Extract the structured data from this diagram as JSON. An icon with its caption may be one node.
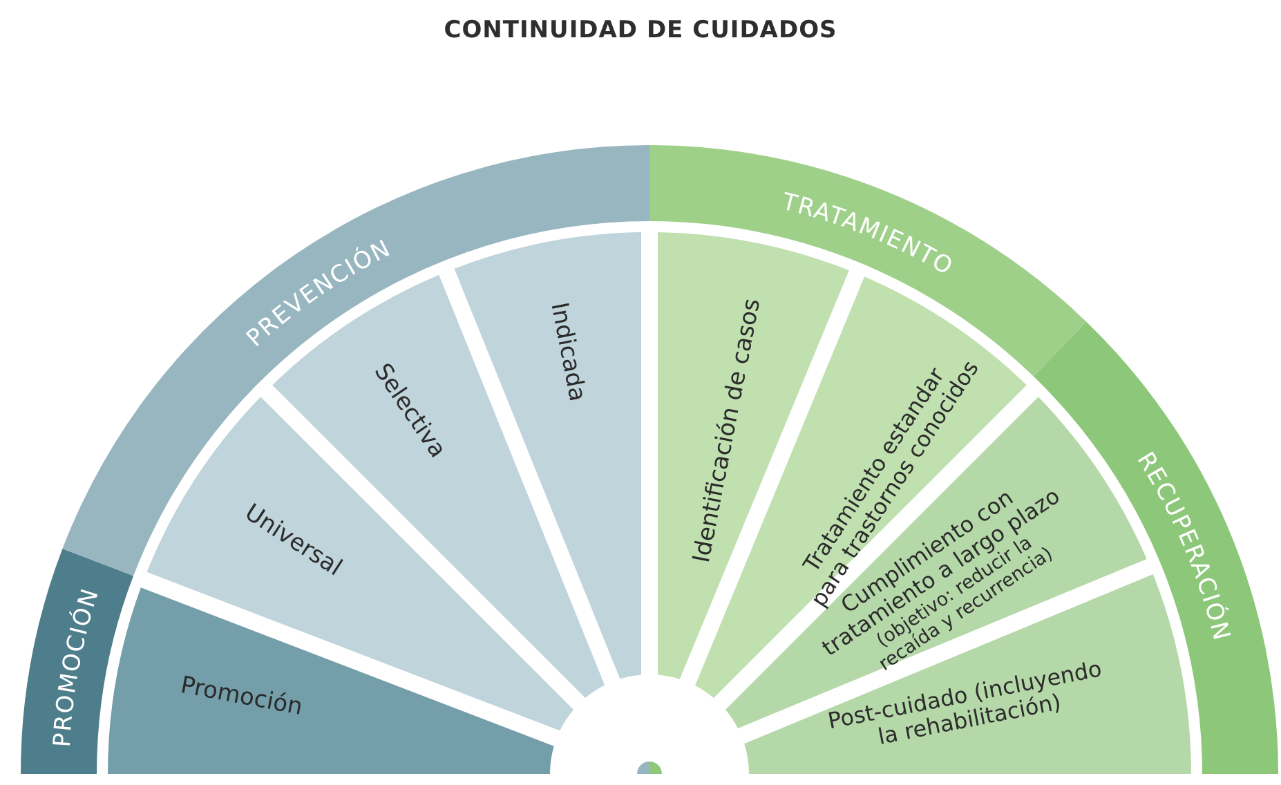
{
  "diagram": {
    "title": "CONTINUIDAD DE CUIDADOS",
    "nodes": [
      {
        "text": [
          "PROMOCIÓN"
        ]
      },
      {
        "text": [
          "PREVENCIÓN"
        ]
      },
      {
        "text": [
          "TRATAMIENTO"
        ]
      },
      {
        "text": [
          "RECUPERACIÓN"
        ]
      },
      {
        "text": [
          "Promoción"
        ]
      },
      {
        "text": [
          "Universal"
        ]
      },
      {
        "text": [
          "Selectiva"
        ]
      },
      {
        "text": [
          "Indicada"
        ]
      },
      {
        "text": [
          "Identificación de casos"
        ]
      },
      {
        "text": [
          "Tratamiento estandar para trastornos conocidos"
        ]
      },
      {
        "text": [
          "Cumplimiento con tratamiento a largo plazo",
          "(objetivo: reducir la recaída y recurrencia)"
        ]
      },
      {
        "text": [
          "Post-cuidado (incluyendo la rehabilitación)"
        ]
      }
    ]
  }
}
